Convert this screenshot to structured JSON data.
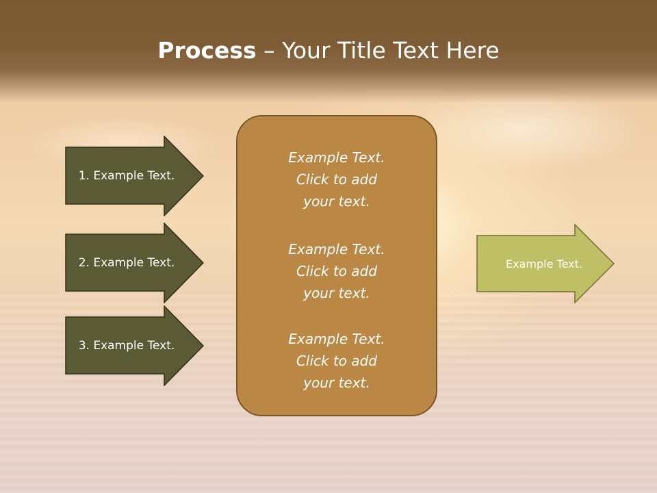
{
  "slide": {
    "title_bold": "Process",
    "title_rest": " – Your Title Text Here",
    "left_arrows": [
      {
        "label": "1. Example Text."
      },
      {
        "label": "2. Example Text."
      },
      {
        "label": "3. Example Text."
      }
    ],
    "center_box": {
      "blocks": [
        {
          "line1": "Example Text.",
          "line2": "Click  to add",
          "line3": "your text."
        },
        {
          "line1": "Example Text.",
          "line2": "Click  to add",
          "line3": "your text."
        },
        {
          "line1": "Example Text.",
          "line2": "Click  to add",
          "line3": "your text."
        }
      ]
    },
    "right_arrow": {
      "label": "Example Text."
    }
  },
  "colors": {
    "left_arrow_fill": "#5a5a35",
    "center_box_fill": "#bb8745",
    "right_arrow_fill": "#bfc066",
    "header_brown": "#7b5a33"
  }
}
